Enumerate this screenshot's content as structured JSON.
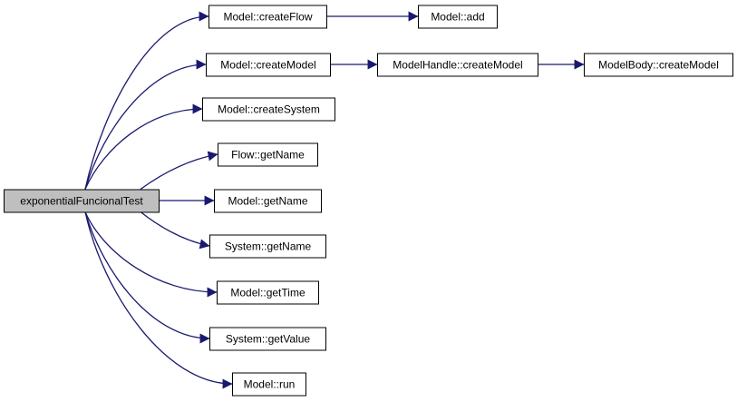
{
  "colors": {
    "edge": "#191970",
    "node_fill": "#ffffff",
    "root_fill": "#bfbfbf",
    "node_border": "#000000"
  },
  "nodes": [
    {
      "id": "exponentialFuncionalTest",
      "label": "exponentialFuncionalTest",
      "root": true
    },
    {
      "id": "createFlow",
      "label": "Model::createFlow"
    },
    {
      "id": "add",
      "label": "Model::add"
    },
    {
      "id": "createModel",
      "label": "Model::createModel"
    },
    {
      "id": "handleCreateModel",
      "label": "ModelHandle::createModel"
    },
    {
      "id": "bodyCreateModel",
      "label": "ModelBody::createModel"
    },
    {
      "id": "createSystem",
      "label": "Model::createSystem"
    },
    {
      "id": "flowGetName",
      "label": "Flow::getName"
    },
    {
      "id": "modelGetName",
      "label": "Model::getName"
    },
    {
      "id": "systemGetName",
      "label": "System::getName"
    },
    {
      "id": "getTime",
      "label": "Model::getTime"
    },
    {
      "id": "getValue",
      "label": "System::getValue"
    },
    {
      "id": "run",
      "label": "Model::run"
    }
  ],
  "edges": [
    {
      "from": "exponentialFuncionalTest",
      "to": "createFlow"
    },
    {
      "from": "exponentialFuncionalTest",
      "to": "createModel"
    },
    {
      "from": "exponentialFuncionalTest",
      "to": "createSystem"
    },
    {
      "from": "exponentialFuncionalTest",
      "to": "flowGetName"
    },
    {
      "from": "exponentialFuncionalTest",
      "to": "modelGetName"
    },
    {
      "from": "exponentialFuncionalTest",
      "to": "systemGetName"
    },
    {
      "from": "exponentialFuncionalTest",
      "to": "getTime"
    },
    {
      "from": "exponentialFuncionalTest",
      "to": "getValue"
    },
    {
      "from": "exponentialFuncionalTest",
      "to": "run"
    },
    {
      "from": "createFlow",
      "to": "add"
    },
    {
      "from": "createModel",
      "to": "handleCreateModel"
    },
    {
      "from": "handleCreateModel",
      "to": "bodyCreateModel"
    }
  ]
}
